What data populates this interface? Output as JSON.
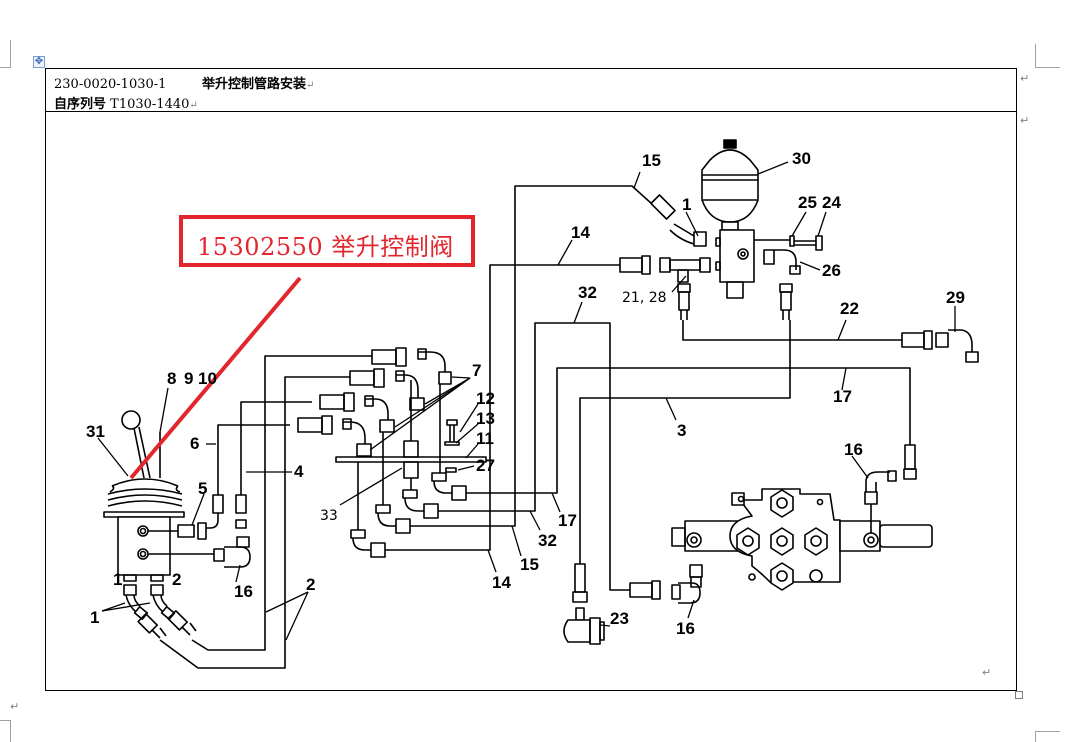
{
  "document": {
    "header": {
      "part_number": "230-0020-1030-1",
      "title": "举升控制管路安装",
      "serial_label": "自序列号",
      "serial_range": "T1030-1440"
    },
    "paragraph_mark": "↵"
  },
  "callout": {
    "text": "15302550  举升控制阀",
    "color": "#e3262e"
  },
  "diagram": {
    "type": "hydraulic piping assembly drawing",
    "part_labels": {
      "p1_valve": "1",
      "p1_left": "1",
      "p1_port": "1",
      "p2_port": "2",
      "p2": "2",
      "p3": "3",
      "p4": "4",
      "p5": "5",
      "p6": "6",
      "p7": "7",
      "p8": "8",
      "p9": "9",
      "p10": "10",
      "p11": "11",
      "p12": "12",
      "p13": "13",
      "p14_top": "14",
      "p14_bottom": "14",
      "p15_top": "15",
      "p15_bottom": "15",
      "p16_left": "16",
      "p16_mid": "16",
      "p16_right": "16",
      "p17_top": "17",
      "p17_bottom": "17",
      "p21_28": "21, 28",
      "p22": "22",
      "p23": "23",
      "p24": "24",
      "p25": "25",
      "p26": "26",
      "p27": "27",
      "p29": "29",
      "p30": "30",
      "p31": "31",
      "p32_top": "32",
      "p32_bottom": "32",
      "p33": "33"
    }
  }
}
